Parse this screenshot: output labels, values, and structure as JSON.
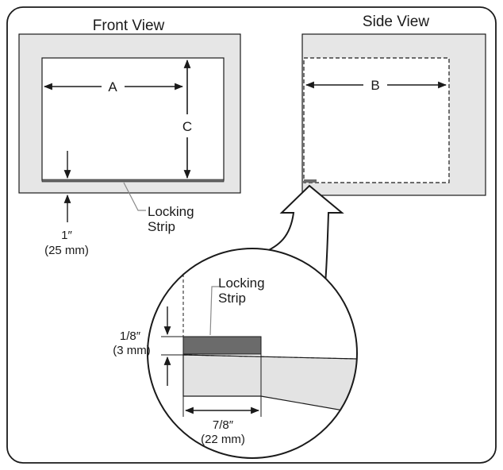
{
  "views": {
    "front": {
      "title": "Front View"
    },
    "side": {
      "title": "Side View"
    }
  },
  "dimensions": {
    "a": "A",
    "b": "B",
    "c": "C",
    "front_offset": {
      "imperial": "1″",
      "metric": "(25 mm)"
    },
    "strip_height": {
      "imperial": "1/8″",
      "metric": "(3 mm)"
    },
    "strip_width": {
      "imperial": "7/8″",
      "metric": "(22 mm)"
    }
  },
  "callouts": {
    "front_strip": {
      "line1": "Locking",
      "line2": "Strip"
    },
    "detail_strip": {
      "line1": "Locking",
      "line2": "Strip"
    }
  },
  "colors": {
    "panel": "#e6e6e6",
    "strip": "#6b6b6b",
    "outline": "#1a1a1a",
    "detail_fill": "#e3e3e3"
  }
}
